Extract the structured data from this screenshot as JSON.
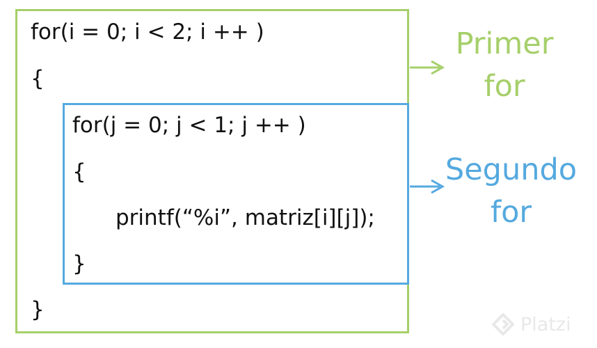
{
  "outer_loop": {
    "header": "for(i = 0; i < 2; i ++ )",
    "open_brace": "{",
    "close_brace": "}",
    "color": "#a6cf6a",
    "label_line1": "Primer",
    "label_line2": "for"
  },
  "inner_loop": {
    "header": "for(j = 0; j < 1; j ++ )",
    "open_brace": "{",
    "body": "printf(“%i”, matriz[i][j]);",
    "close_brace": "}",
    "color": "#54a9df",
    "label_line1": "Segundo",
    "label_line2": "for"
  },
  "watermark": {
    "text": "Platzi",
    "icon": "platzi-logo-icon",
    "color": "#e8e8e8"
  }
}
